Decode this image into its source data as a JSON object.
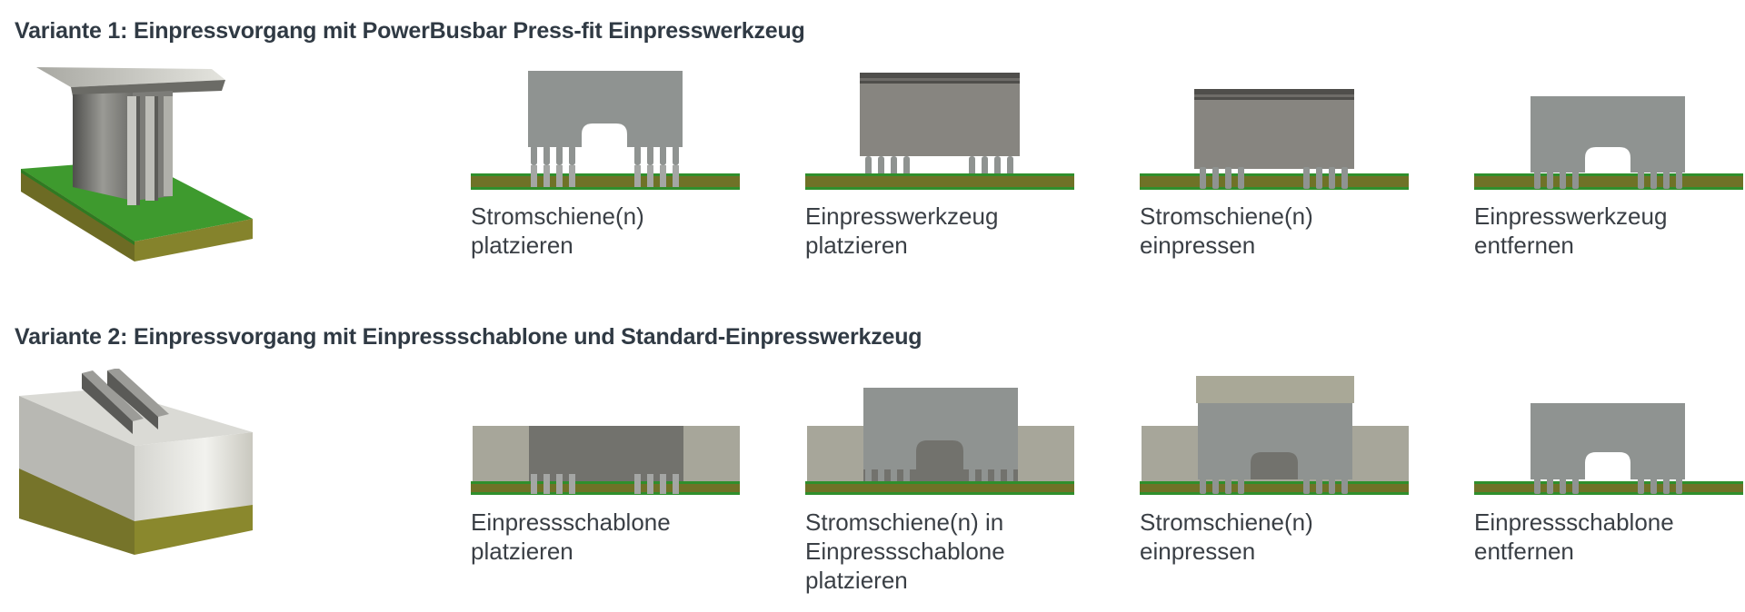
{
  "variant1": {
    "title": "Variante 1: Einpressvorgang mit PowerBusbar Press-fit Einpresswerkzeug",
    "steps": [
      {
        "line1": "Stromschiene(n)",
        "line2": "platzieren"
      },
      {
        "line1": "Einpresswerkzeug",
        "line2": "platzieren"
      },
      {
        "line1": "Stromschiene(n)",
        "line2": "einpressen"
      },
      {
        "line1": "Einpresswerkzeug",
        "line2": "entfernen"
      }
    ]
  },
  "variant2": {
    "title": "Variante 2: Einpressvorgang mit Einpressschablone und Standard-Einpresswerkzeug",
    "steps": [
      {
        "line1": "Einpressschablone",
        "line2": "platzieren"
      },
      {
        "line1": "Stromschiene(n) in",
        "line2": "Einpressschablone",
        "line3": "platzieren"
      },
      {
        "line1": "Stromschiene(n)",
        "line2": "einpressen"
      },
      {
        "line1": "Einpressschablone",
        "line2": "entfernen"
      }
    ]
  },
  "colors": {
    "pcb_green": "#3f8f2c",
    "pcb_core": "#7b7a2a",
    "busbar_gray": "#8f9391",
    "tool_gray": "#878580",
    "stencil_beige": "#a7a69a",
    "title_text": "#303a44"
  }
}
